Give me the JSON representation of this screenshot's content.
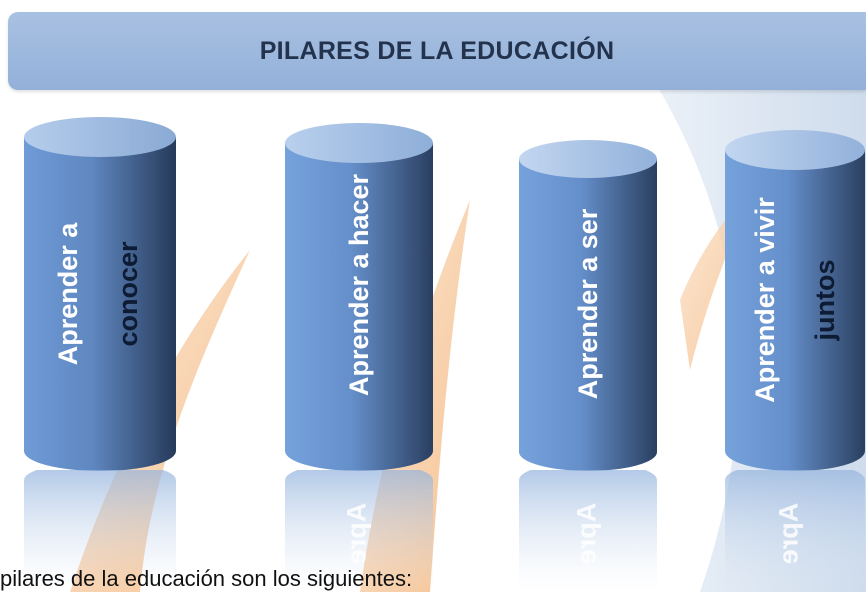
{
  "title": "PILARES DE LA EDUCACIÓN",
  "pillars": [
    {
      "line1": "Aprender a",
      "line2": "conocer"
    },
    {
      "line1": "Aprender a hacer",
      "line2": ""
    },
    {
      "line1": "Aprender a ser",
      "line2": ""
    },
    {
      "line1": "Aprender a vivir",
      "line2": "juntos"
    }
  ],
  "reflection_text": "Apre",
  "body_text": "pilares de la educación son los siguientes:",
  "colors": {
    "banner": "#9db8de",
    "pillar_light": "#6e9ad6",
    "pillar_dark": "#233452",
    "swoosh_orange": "#f6c89a",
    "swoosh_blue": "#dfe8f3"
  }
}
